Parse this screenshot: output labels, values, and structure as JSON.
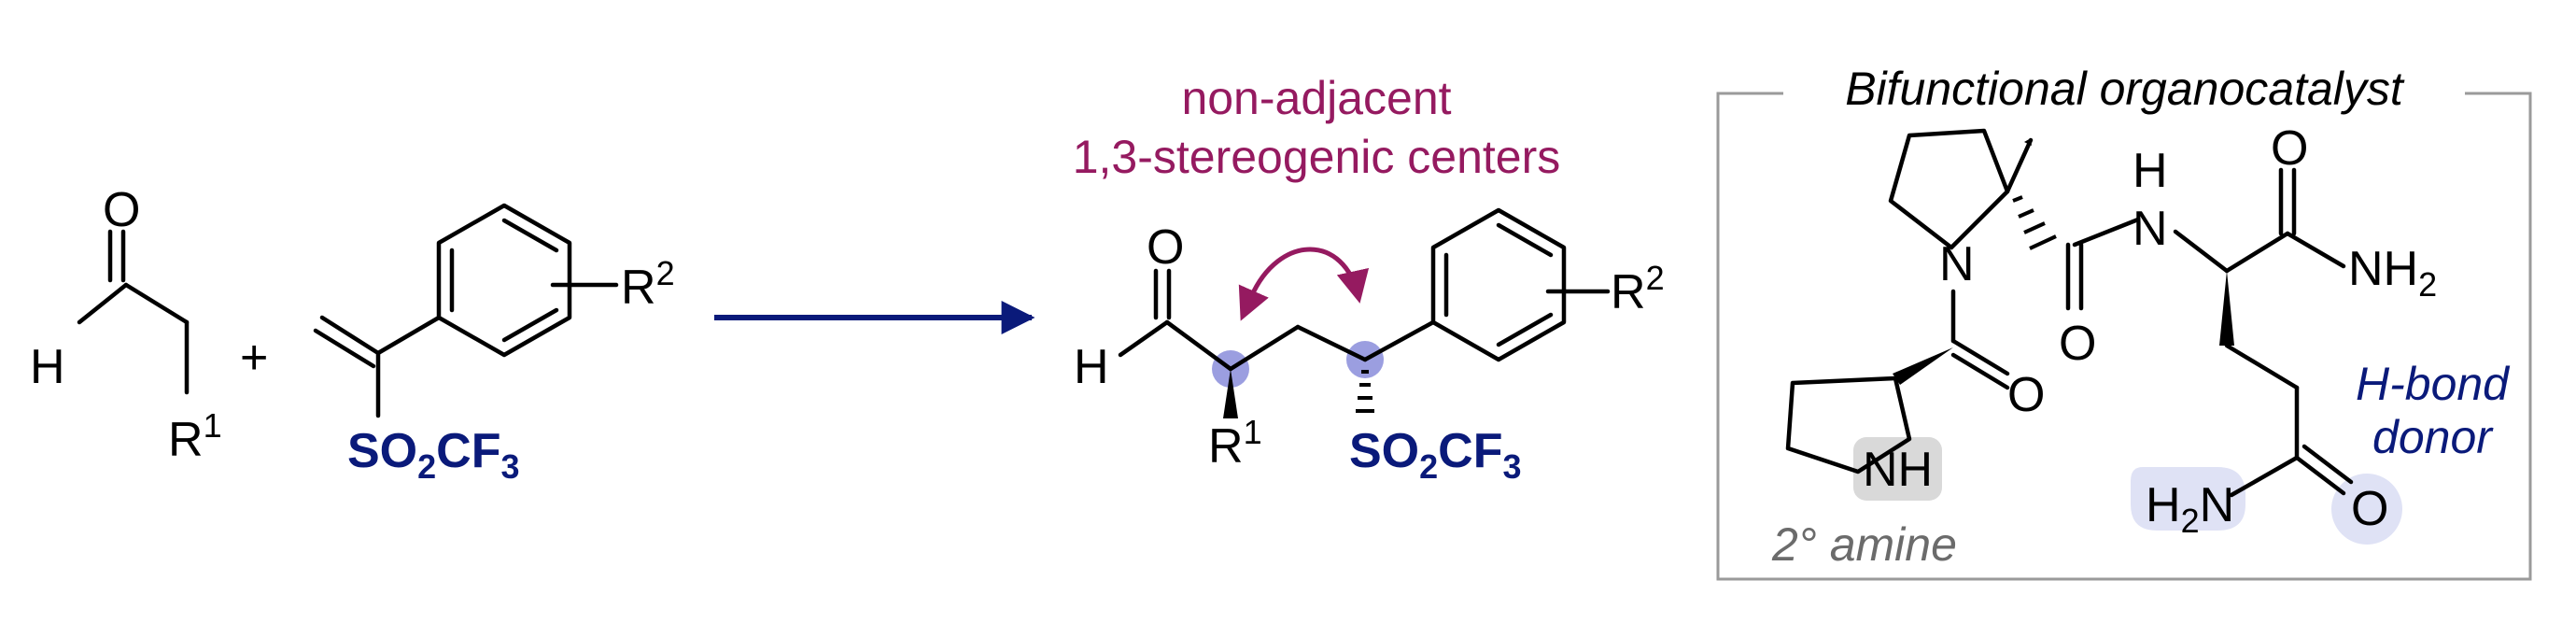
{
  "reactant_aldehyde": {
    "o": "O",
    "h": "H",
    "r": "R",
    "r_sup": "1"
  },
  "plus": "+",
  "reactant_vinyl": {
    "r": "R",
    "r_sup": "2",
    "sulfonyl": {
      "a": "SO",
      "sub2": "2",
      "b": "CF",
      "sub3": "3"
    }
  },
  "annotation": {
    "line1": "non-adjacent",
    "line2": "1,3-stereogenic centers"
  },
  "product": {
    "o": "O",
    "h": "H",
    "r1": "R",
    "r1_sup": "1",
    "r2": "R",
    "r2_sup": "2",
    "sulfonyl": {
      "a": "SO",
      "sub2": "2",
      "b": "CF",
      "sub3": "3"
    }
  },
  "catalyst": {
    "title": "Bifunctional organocatalyst",
    "n_pyrrolidine": "N",
    "nh_amide_h": "H",
    "nh_amide_n": "N",
    "o_top": "O",
    "nh2_n": "NH",
    "nh2_sub": "2",
    "o_mid": "O",
    "o_pro": "O",
    "nh_amine": "NH",
    "amine_label": "2° amine",
    "h2n_a": "H",
    "h2n_sub": "2",
    "h2n_b": "N",
    "o_side": "O",
    "hbond_line1": "H-bond",
    "hbond_line2": "donor"
  },
  "colors": {
    "sulfonyl": "#0a1a7a",
    "annotation": "#951a60",
    "highlight_stereo": "#9b9ee0",
    "highlight_amine": "#d9d9d9",
    "highlight_hbond": "#dfe2f5",
    "arrow": "#0a1a7a"
  }
}
